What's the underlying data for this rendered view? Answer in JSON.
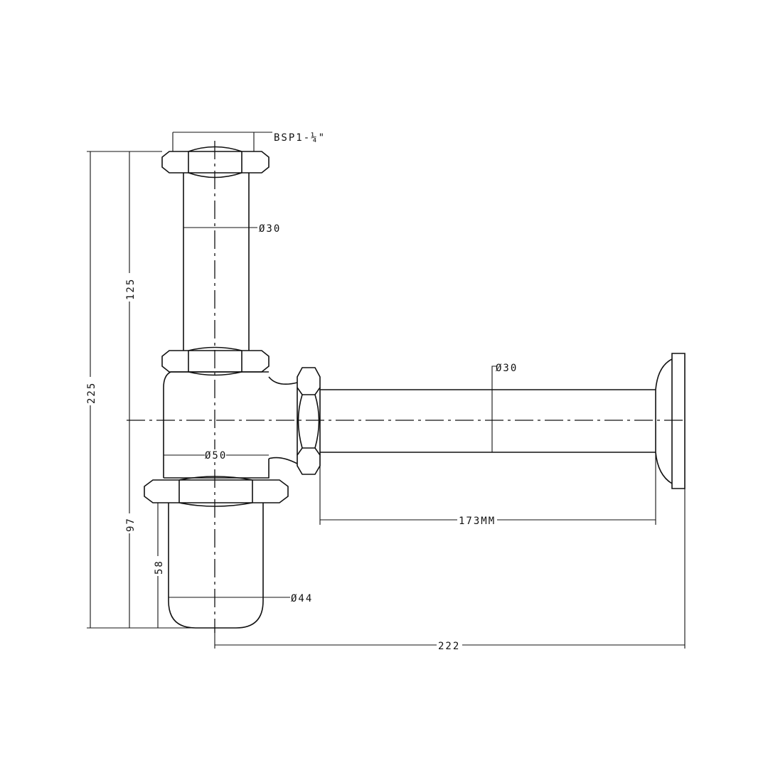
{
  "drawing": {
    "title": "Bottle trap technical drawing",
    "dimensions": {
      "bsp": "BSP1-¼\"",
      "top_pipe_dia": "Ø30",
      "outlet_pipe_dia": "Ø30",
      "body_dia": "Ø50",
      "cup_dia": "Ø44",
      "outlet_length": "173MM",
      "total_depth": "222",
      "total_height": "225",
      "upper_height": "125",
      "lower_height": "97",
      "cup_height": "58"
    }
  }
}
